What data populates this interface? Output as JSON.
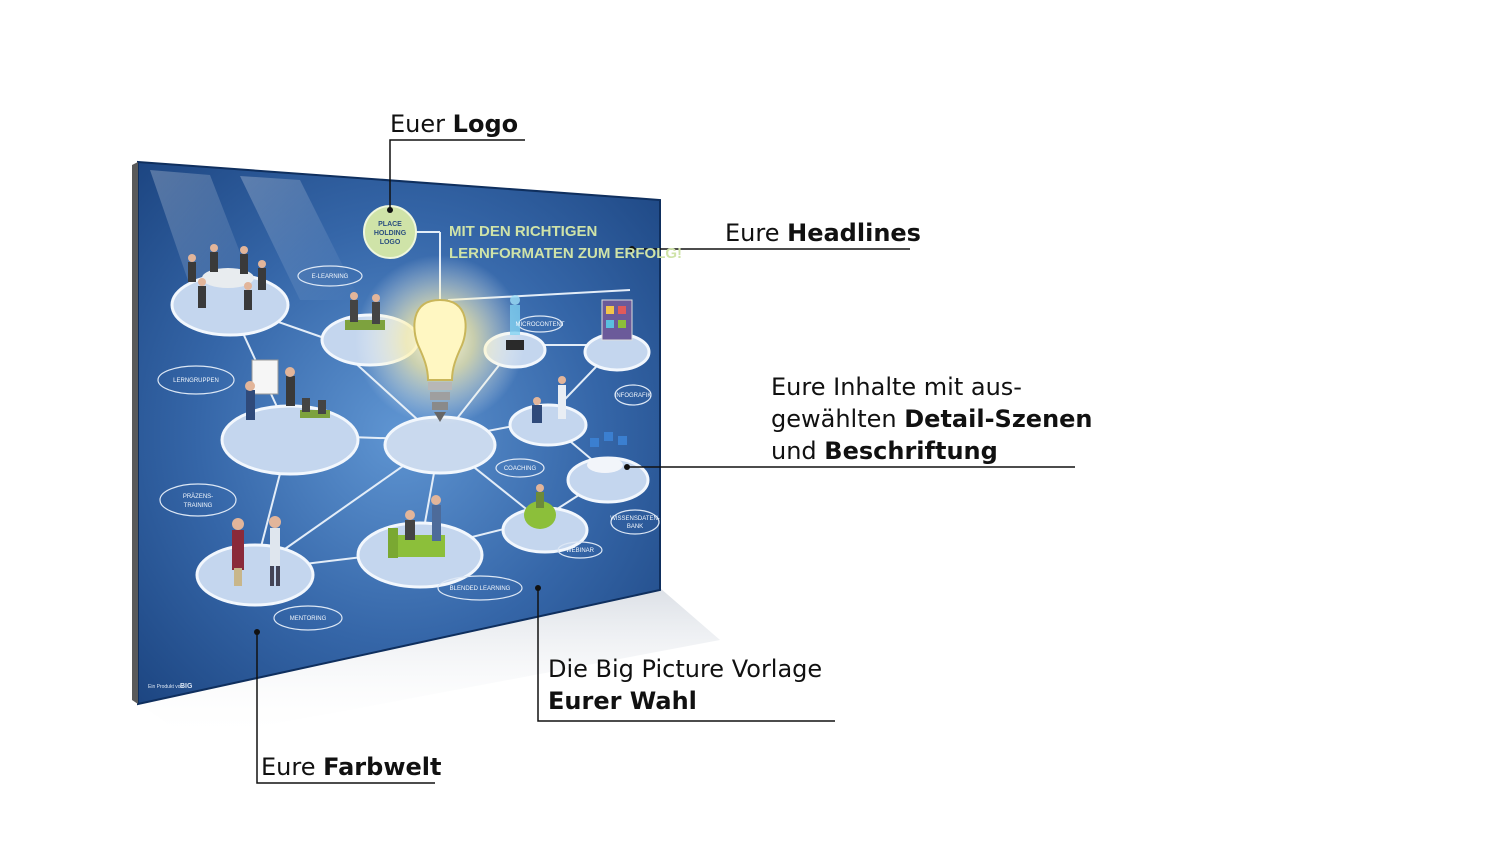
{
  "callouts": {
    "logo": {
      "prefix": "Euer",
      "strong": "Logo"
    },
    "headlines": {
      "prefix": "Eure",
      "strong": "Headlines"
    },
    "inhalte": {
      "line1": "Eure Inhalte mit aus-",
      "line2_prefix": "gewählten",
      "line2_strong": "Detail-Szenen",
      "line3_prefix": "und",
      "line3_strong": "Beschriftung"
    },
    "vorlage": {
      "line1": "Die Big Picture Vorlage",
      "line2_strong": "Eurer Wahl"
    },
    "farbwelt": {
      "prefix": "Eure",
      "strong": "Farbwelt"
    }
  },
  "poster": {
    "logo_placeholder": [
      "PLACE",
      "HOLDING",
      "LOGO"
    ],
    "headline": [
      "MIT DEN RICHTIGEN",
      "LERNFORMATEN ZUM ERFOLG!"
    ],
    "labels": {
      "e_learning": "E-LEARNING",
      "microcontent": "MICROCONTENT",
      "lerngruppen": "LERNGRUPPEN",
      "infografik": "INFOGRAFIK",
      "coaching": "COACHING",
      "praesenz": [
        "PRÄZENS-",
        "TRAINING"
      ],
      "wissensdatenbank": [
        "WISSENSDATEN-",
        "BANK"
      ],
      "webinar": "WEBINAR",
      "blended_learning": "BLENDED LEARNING",
      "mentoring": "MENTORING"
    },
    "footer_text": "Ein Produkt von",
    "footer_brand": "BIG",
    "colors": {
      "bg_dark": "#1e4d8f",
      "bg_light": "#4f86c6",
      "headline": "#cfe3a8",
      "ellipse_fill": "#c9d9ee",
      "ellipse_stroke": "#eef4fb",
      "bulb_glow": "#fff6c8"
    }
  }
}
